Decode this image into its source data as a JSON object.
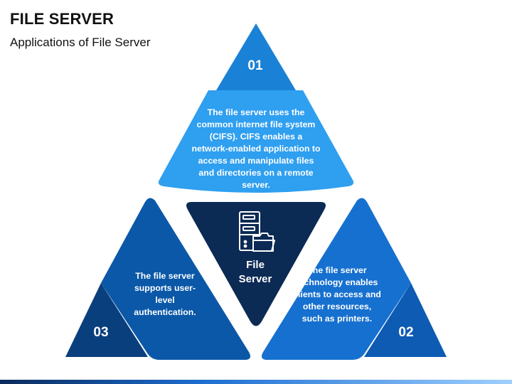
{
  "header": {
    "title": "FILE SERVER",
    "subtitle": "Applications of File Server"
  },
  "diagram": {
    "center_label_line1": "File",
    "center_label_line2": "Server",
    "center_icon": "file-server-icon",
    "items": [
      {
        "number": "01",
        "text": "The file server uses the common internet file system (CIFS). CIFS enables a network-enabled application to access and manipulate files and directories on a remote server."
      },
      {
        "number": "02",
        "text": "The file server technology enables clients to access and other resources, such as printers."
      },
      {
        "number": "03",
        "text": "The file server supports user-level authentication."
      }
    ]
  },
  "colors": {
    "panel_top": "#2f9ff0",
    "tip_top": "#1a82d6",
    "panel_right": "#1670cf",
    "tip_right": "#0d5bb3",
    "panel_left": "#0b58a8",
    "tip_left": "#0a3f7d",
    "center": "#0b2a54"
  }
}
